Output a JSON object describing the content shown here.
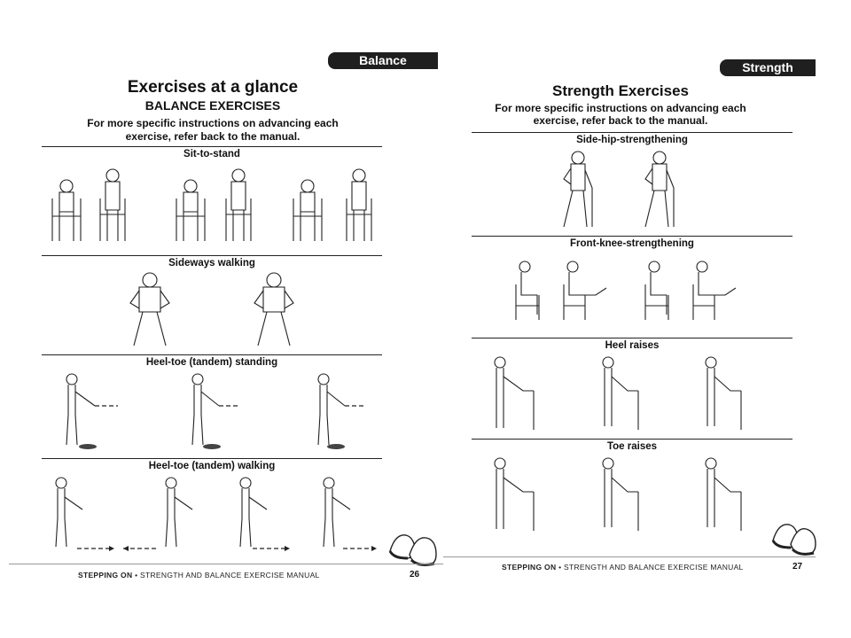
{
  "left": {
    "tab": "Balance",
    "title": "Exercises at a glance",
    "subtitle": "BALANCE EXERCISES",
    "instructions_line1": "For more specific instructions on advancing each",
    "instructions_line2": "exercise, refer back to the manual.",
    "sections": [
      {
        "title": "Sit-to-stand"
      },
      {
        "title": "Sideways walking"
      },
      {
        "title": "Heel-toe (tandem) standing"
      },
      {
        "title": "Heel-toe (tandem) walking"
      }
    ],
    "footer_brand": "STEPPING ON",
    "footer_rest": " • STRENGTH AND BALANCE EXERCISE MANUAL",
    "page_number": "26"
  },
  "right": {
    "tab": "Strength",
    "title": "Strength Exercises",
    "instructions_line1": "For more specific instructions on advancing each",
    "instructions_line2": "exercise, refer back to the manual.",
    "sections": [
      {
        "title": "Side-hip-strengthening"
      },
      {
        "title": "Front-knee-strengthening"
      },
      {
        "title": "Heel raises"
      },
      {
        "title": "Toe raises"
      }
    ],
    "footer_brand": "STEPPING ON",
    "footer_rest": " • STRENGTH AND BALANCE EXERCISE MANUAL",
    "page_number": "27"
  },
  "icons": {
    "left_shoes": "shoes-icon",
    "right_shoes": "shoes-icon"
  }
}
